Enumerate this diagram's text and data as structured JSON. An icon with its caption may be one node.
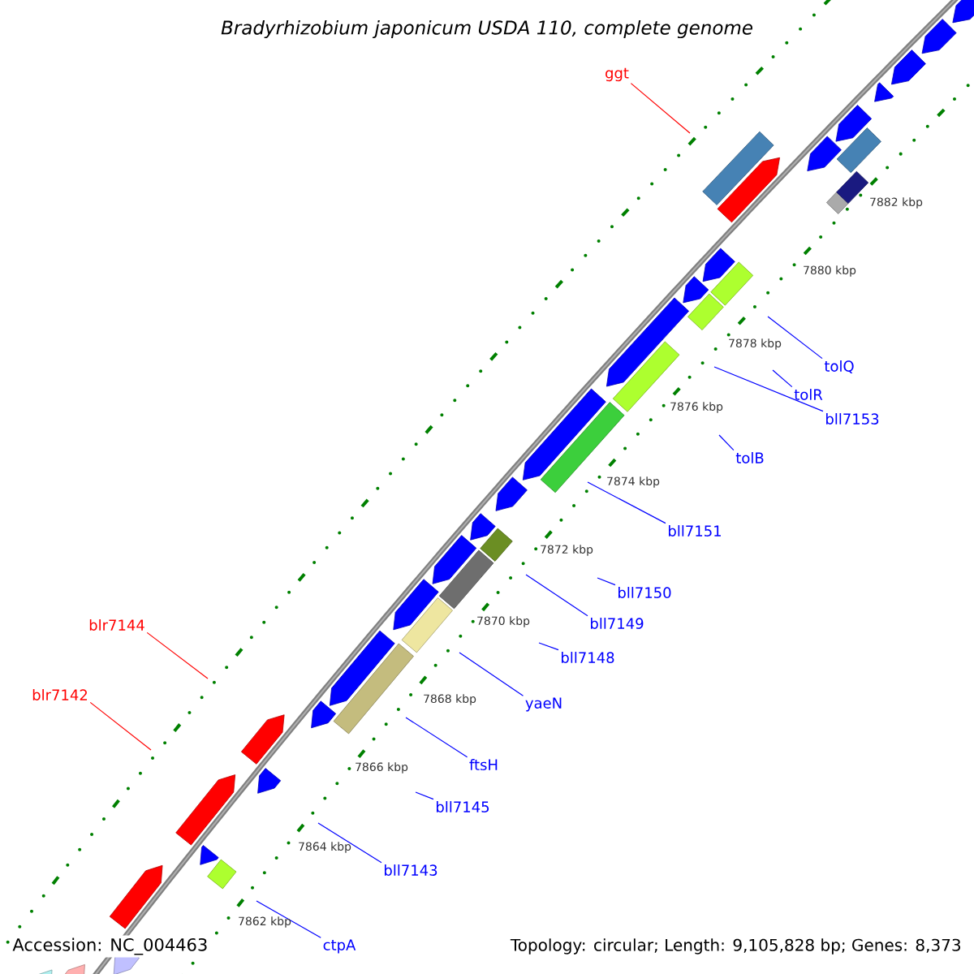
{
  "diagram": {
    "title": "Bradyrhizobium japonicum USDA 110, complete genome",
    "nodes": [
      {
        "text": [
          "ggt"
        ]
      },
      {
        "text": [
          "tolQ"
        ]
      },
      {
        "text": [
          "tolR"
        ]
      },
      {
        "text": [
          "bll7153"
        ]
      },
      {
        "text": [
          "tolB"
        ]
      },
      {
        "text": [
          "bll7151"
        ]
      },
      {
        "text": [
          "bll7150"
        ]
      },
      {
        "text": [
          "bll7149"
        ]
      },
      {
        "text": [
          "blr7144"
        ]
      },
      {
        "text": [
          "bll7148"
        ]
      },
      {
        "text": [
          "blr7142"
        ]
      },
      {
        "text": [
          "yaeN"
        ]
      },
      {
        "text": [
          "ftsH"
        ]
      },
      {
        "text": [
          "bll7145"
        ]
      },
      {
        "text": [
          "bll7143"
        ]
      },
      {
        "text": [
          "ctpA"
        ]
      }
    ],
    "edges": [
      {
        "from": 0,
        "to": null,
        "arrow": "none",
        "color": "#ff0000"
      },
      {
        "from": 1,
        "to": null,
        "arrow": "none"
      },
      {
        "from": 2,
        "to": null,
        "arrow": "none"
      },
      {
        "from": 3,
        "to": null,
        "arrow": "none"
      },
      {
        "from": 4,
        "to": null,
        "arrow": "none"
      },
      {
        "from": 5,
        "to": null,
        "arrow": "none"
      },
      {
        "from": 6,
        "to": null,
        "arrow": "none"
      },
      {
        "from": 7,
        "to": null,
        "arrow": "none"
      },
      {
        "from": 8,
        "to": null,
        "arrow": "none",
        "color": "#ff0000"
      },
      {
        "from": 9,
        "to": null,
        "arrow": "none"
      },
      {
        "from": 10,
        "to": null,
        "arrow": "none",
        "color": "#ff0000"
      },
      {
        "from": 11,
        "to": null,
        "arrow": "none"
      },
      {
        "from": 12,
        "to": null,
        "arrow": "none"
      },
      {
        "from": 13,
        "to": null,
        "arrow": "none"
      },
      {
        "from": 14,
        "to": null,
        "arrow": "none"
      },
      {
        "from": 15,
        "to": null,
        "arrow": "none"
      }
    ],
    "labels": [
      "7882 kbp",
      "7880 kbp",
      "7878 kbp",
      "7876 kbp",
      "7874 kbp",
      "7872 kbp",
      "7870 kbp",
      "7868 kbp",
      "7866 kbp",
      "7864 kbp",
      "7862 kbp",
      "Accession: NC_004463",
      "Topology: circular; Length: 9,105,828 bp; Genes: 8,373"
    ]
  }
}
